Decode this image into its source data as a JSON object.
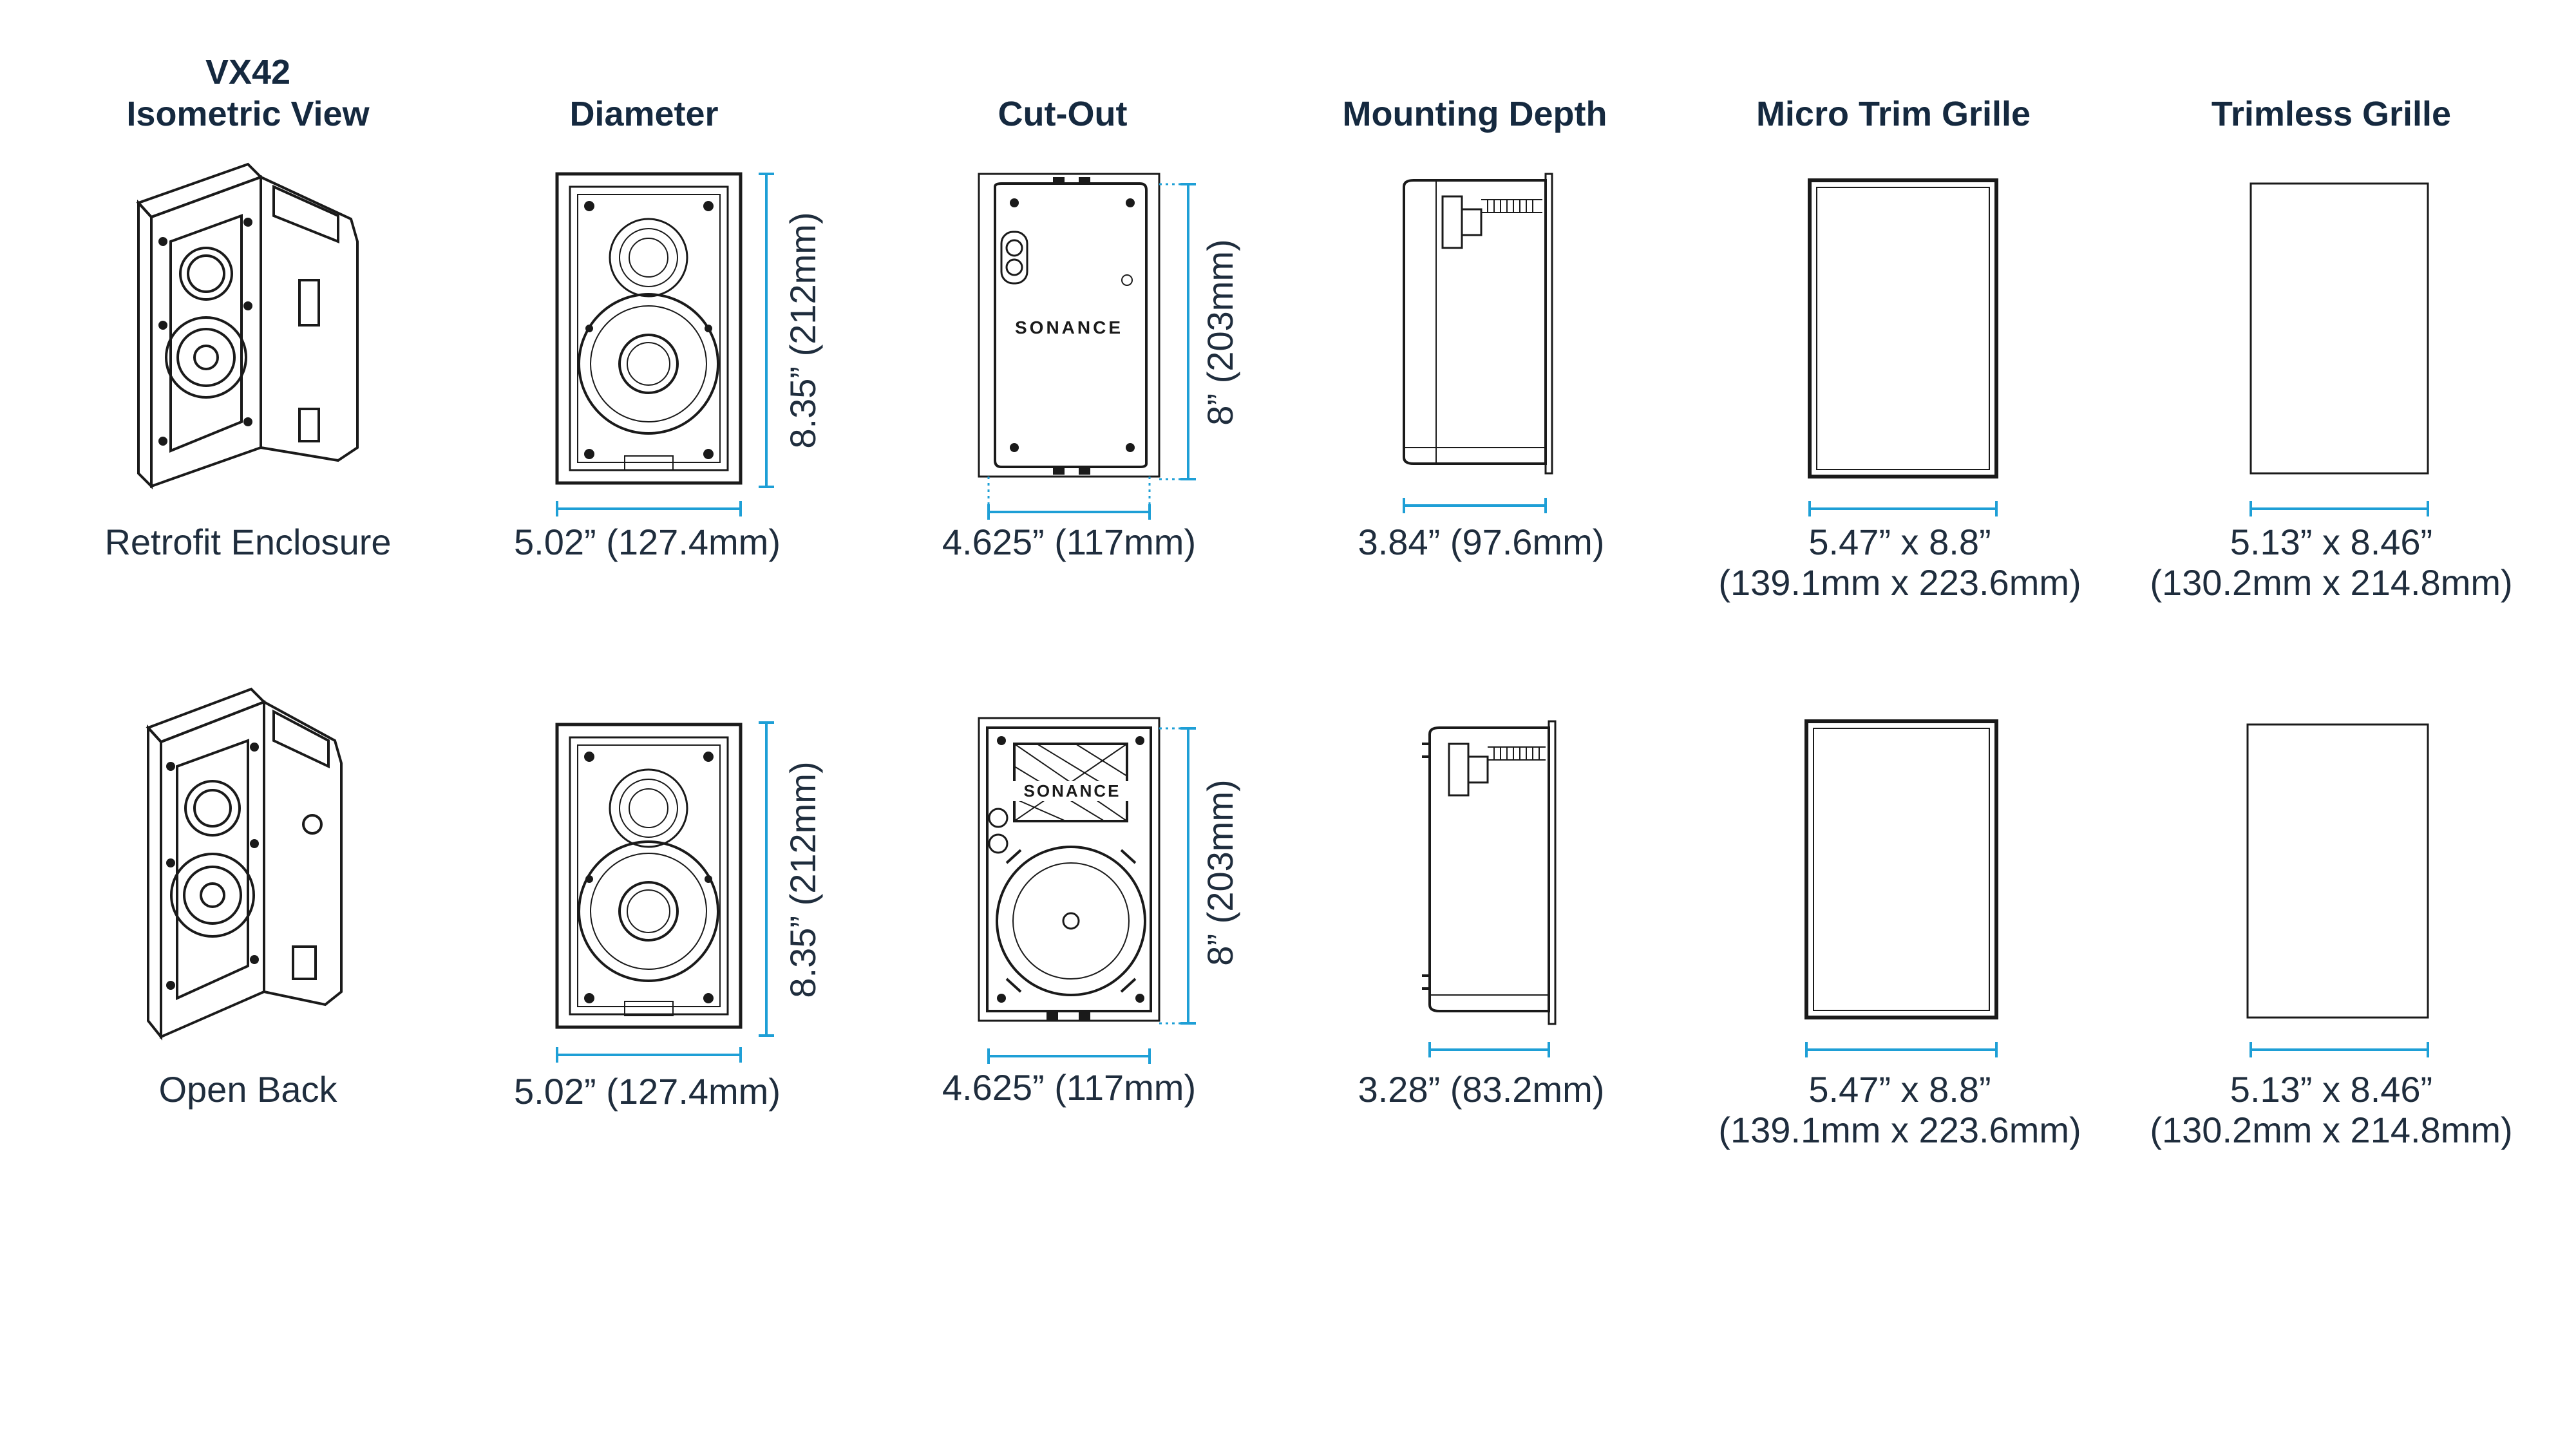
{
  "model": "VX42",
  "headers": {
    "isometric": "Isometric View",
    "diameter": "Diameter",
    "cutout": "Cut-Out",
    "mounting": "Mounting Depth",
    "micro_trim": "Micro Trim Grille",
    "trimless": "Trimless Grille"
  },
  "brand": "SONANCE",
  "colors": {
    "dimension": "#1e9fd6",
    "line": "#1a1a1a",
    "heading": "#15293f"
  },
  "rows": [
    {
      "name": "Retrofit Enclosure",
      "diameter_w": "5.02” (127.4mm)",
      "diameter_h": "8.35” (212mm)",
      "cutout_w": "4.625” (117mm)",
      "cutout_h": "8” (203mm)",
      "depth": "3.84” (97.6mm)",
      "micro_trim_1": "5.47” x 8.8”",
      "micro_trim_2": "(139.1mm x 223.6mm)",
      "trimless_1": "5.13” x 8.46”",
      "trimless_2": "(130.2mm x 214.8mm)"
    },
    {
      "name": "Open Back",
      "diameter_w": "5.02” (127.4mm)",
      "diameter_h": "8.35” (212mm)",
      "cutout_w": "4.625” (117mm)",
      "cutout_h": "8” (203mm)",
      "depth": "3.28” (83.2mm)",
      "micro_trim_1": "5.47” x 8.8”",
      "micro_trim_2": "(139.1mm x 223.6mm)",
      "trimless_1": "5.13” x 8.46”",
      "trimless_2": "(130.2mm x 214.8mm)"
    }
  ]
}
